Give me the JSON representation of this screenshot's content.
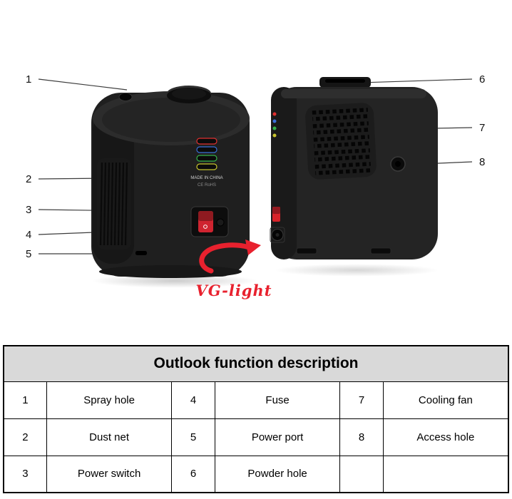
{
  "colors": {
    "accent_red": "#e8212e",
    "device_body": "#1f1f1f",
    "table_header_bg": "#d9d9d9",
    "leader_line": "#3c3c3c"
  },
  "callouts": [
    {
      "num": "1"
    },
    {
      "num": "2"
    },
    {
      "num": "3"
    },
    {
      "num": "4"
    },
    {
      "num": "5"
    },
    {
      "num": "6"
    },
    {
      "num": "7"
    },
    {
      "num": "8"
    }
  ],
  "front_device": {
    "made_in": "MADE IN CHINA",
    "cert_marks": "CE RoHS",
    "indicator_colors": [
      "#e03030",
      "#3a6fd8",
      "#35b24a",
      "#c8c42e"
    ]
  },
  "logo": {
    "text": "VG-light"
  },
  "table": {
    "title": "Outlook function description",
    "rows": [
      [
        {
          "num": "1",
          "label": "Spray hole"
        },
        {
          "num": "4",
          "label": "Fuse"
        },
        {
          "num": "7",
          "label": "Cooling fan"
        }
      ],
      [
        {
          "num": "2",
          "label": "Dust net"
        },
        {
          "num": "5",
          "label": "Power port"
        },
        {
          "num": "8",
          "label": "Access hole"
        }
      ],
      [
        {
          "num": "3",
          "label": "Power switch"
        },
        {
          "num": "6",
          "label": "Powder hole"
        },
        {
          "num": "",
          "label": ""
        }
      ]
    ]
  }
}
